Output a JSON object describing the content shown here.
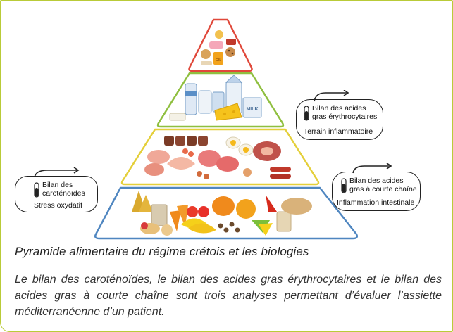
{
  "caption": {
    "title": "Pyramide alimentaire du régime crétois et les biologies",
    "body": "Le bilan des caroténoïdes, le bilan des acides gras érythrocytaires et le bilan des acides gras à courte chaîne sont trois analyses permettant d’évaluer l’assiette méditerranéenne d’un patient."
  },
  "bubbles": {
    "carotenoids": {
      "line1": "Bilan des",
      "line2": "caroténoïdes",
      "subtitle": "Stress oxydatif"
    },
    "erythrocyte": {
      "line1": "Bilan des acides",
      "line2": "gras érythrocytaires",
      "subtitle": "Terrain inflammatoire"
    },
    "short_chain": {
      "line1": "Bilan des acides",
      "line2": "gras à courte chaîne",
      "subtitle": "Inflammation intestinale"
    }
  },
  "pyramid": {
    "tiers": [
      {
        "name": "sweets",
        "border": "#e0483a"
      },
      {
        "name": "dairy",
        "border": "#8fbf3f"
      },
      {
        "name": "proteins",
        "border": "#e4cf3a"
      },
      {
        "name": "plants",
        "border": "#4f86c0"
      }
    ],
    "icons": {
      "top_jar_label": "OIL",
      "milk_label": "MILK"
    }
  },
  "colors": {
    "frame": "#b9cb38",
    "text": "#222222"
  }
}
